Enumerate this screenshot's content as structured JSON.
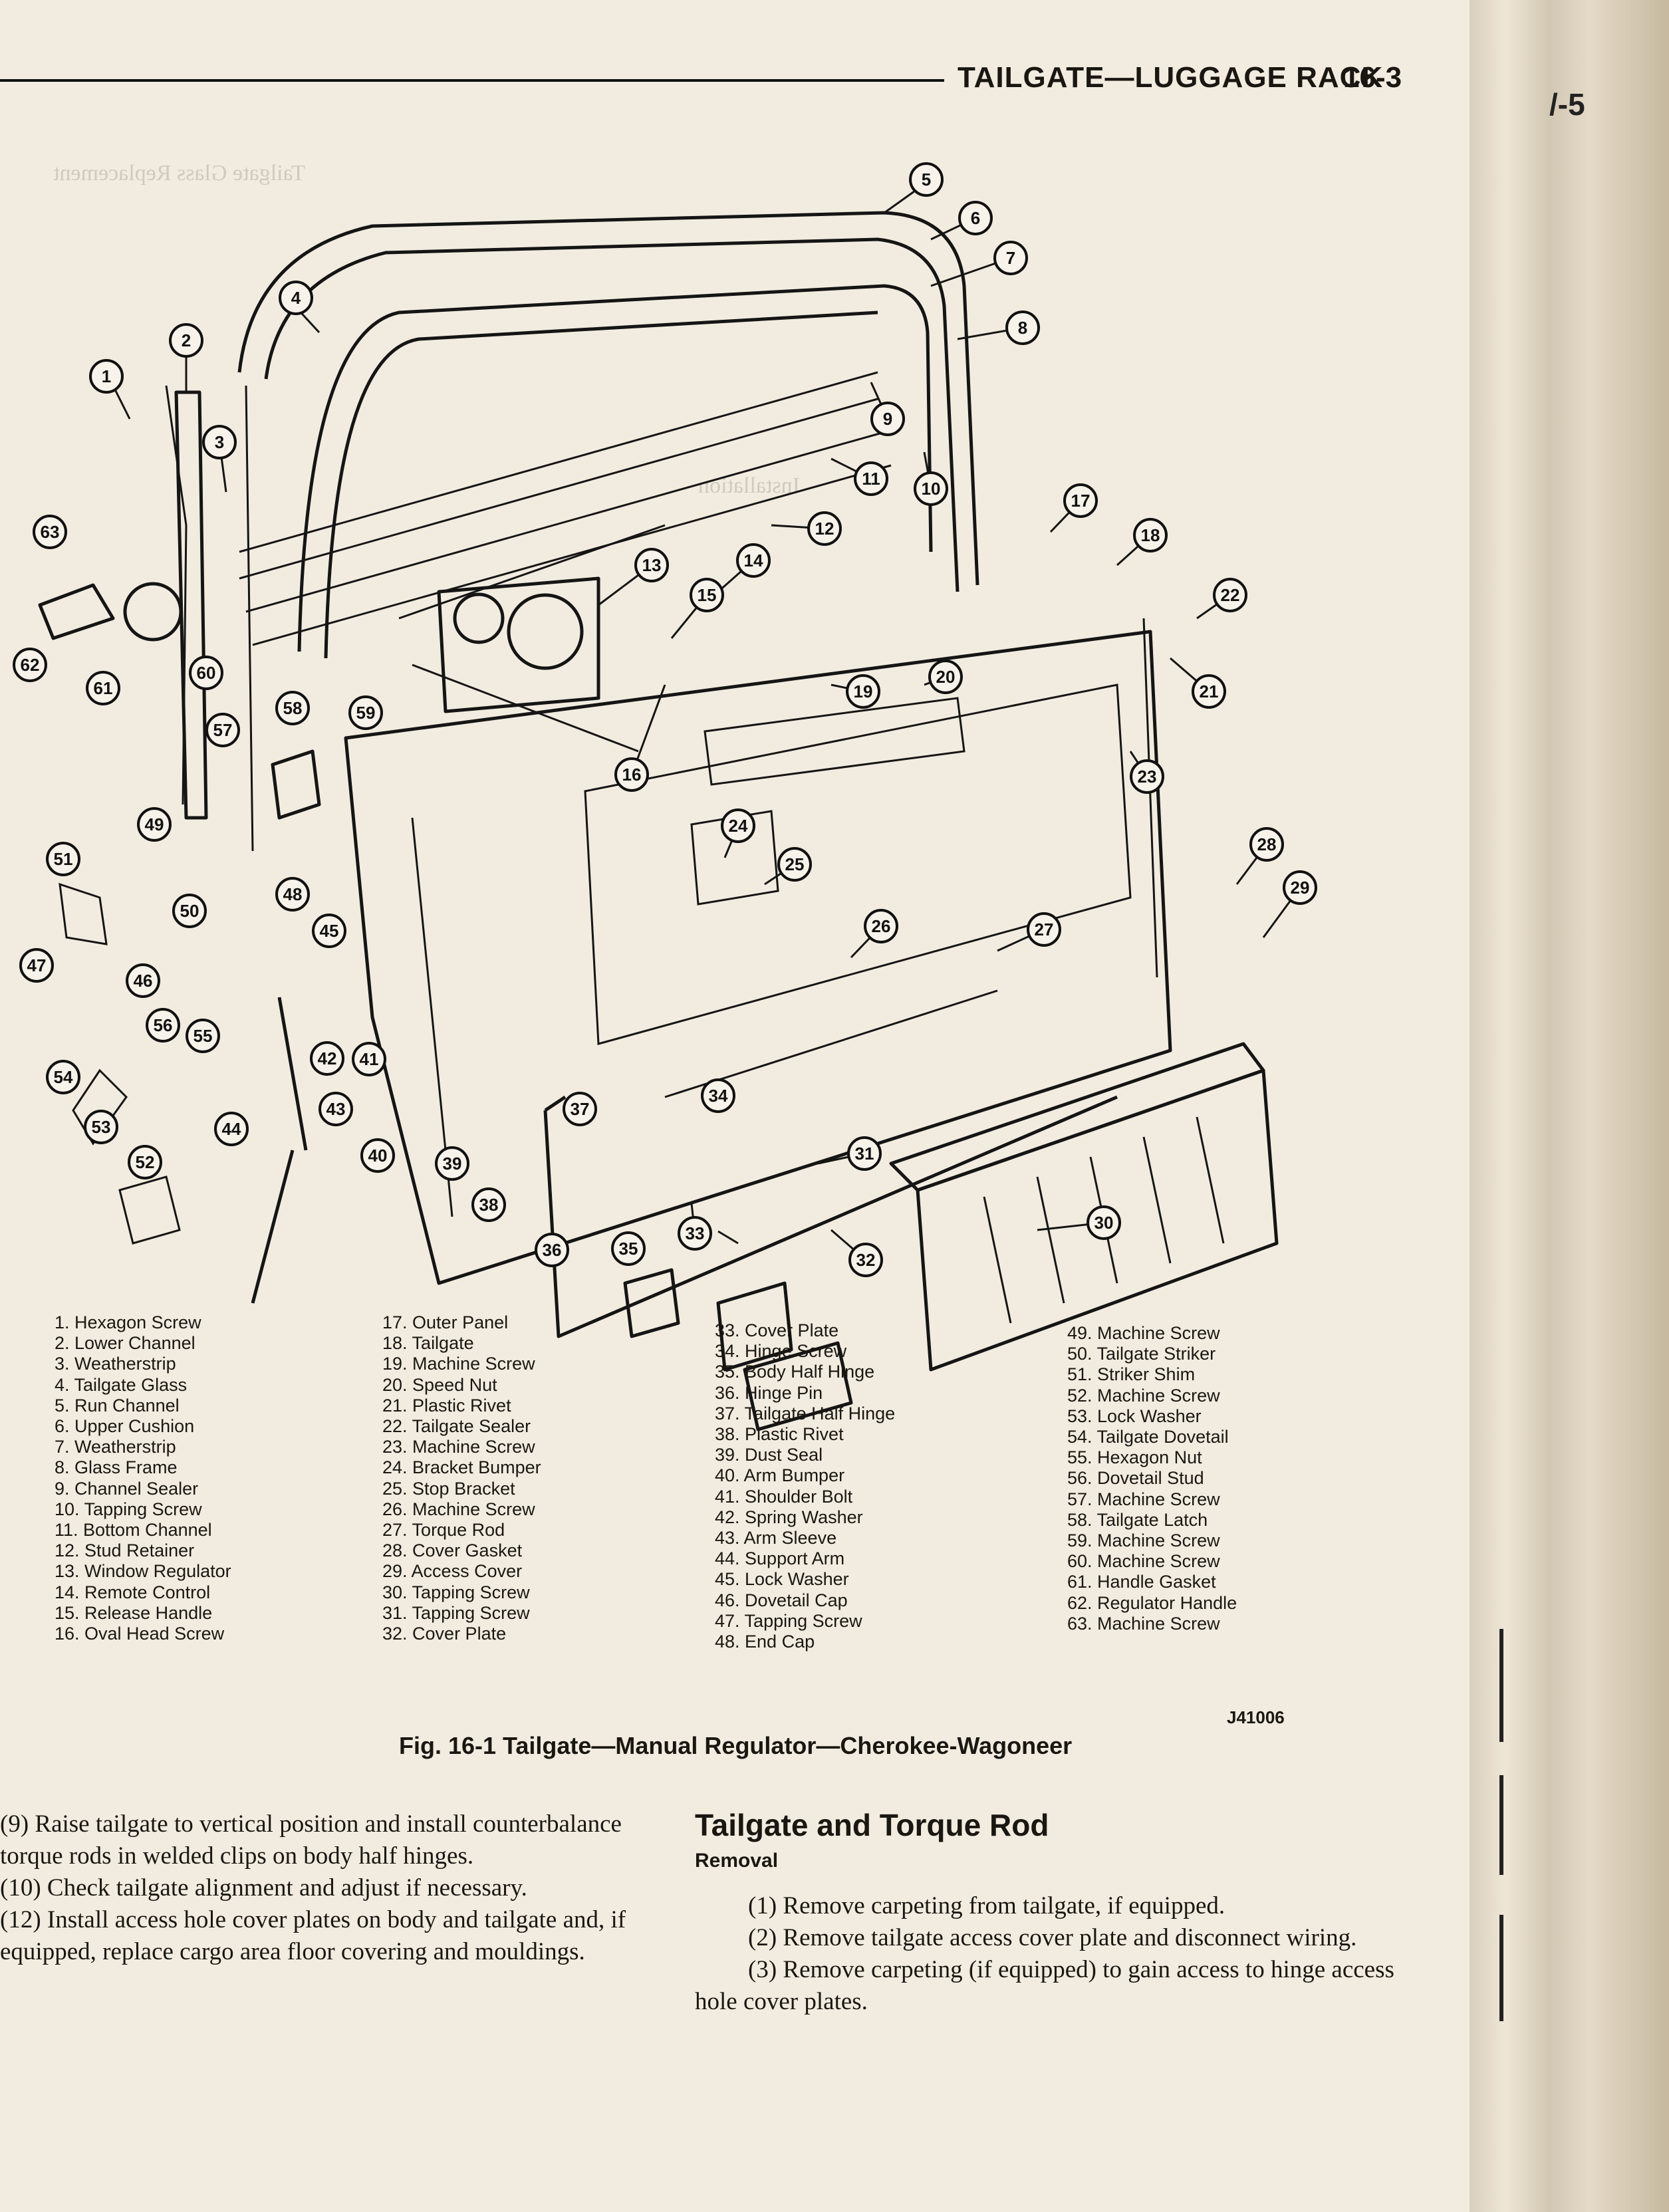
{
  "header": {
    "title": "TAILGATE—LUGGAGE RACK",
    "page": "16-3",
    "edge_label": "/-5"
  },
  "figure": {
    "code": "J41006",
    "caption": "Fig. 16-1  Tailgate—Manual Regulator—Cherokee-Wagoneer",
    "callouts": [
      "1",
      "2",
      "3",
      "4",
      "5",
      "6",
      "7",
      "8",
      "9",
      "10",
      "11",
      "12",
      "13",
      "14",
      "15",
      "16",
      "17",
      "18",
      "19",
      "20",
      "21",
      "22",
      "23",
      "24",
      "25",
      "26",
      "27",
      "28",
      "29",
      "30",
      "31",
      "32",
      "33",
      "34",
      "35",
      "36",
      "37",
      "38",
      "39",
      "40",
      "41",
      "42",
      "43",
      "44",
      "45",
      "46",
      "47",
      "48",
      "49",
      "50",
      "51",
      "52",
      "53",
      "54",
      "55",
      "56",
      "57",
      "58",
      "59",
      "60",
      "61",
      "62",
      "63"
    ],
    "legend": [
      [
        "1. Hexagon Screw",
        "2. Lower Channel",
        "3. Weatherstrip",
        "4. Tailgate Glass",
        "5. Run Channel",
        "6. Upper Cushion",
        "7. Weatherstrip",
        "8. Glass Frame",
        "9. Channel Sealer",
        "10. Tapping Screw",
        "11. Bottom Channel",
        "12. Stud Retainer",
        "13. Window Regulator",
        "14. Remote Control",
        "15. Release Handle",
        "16. Oval Head Screw"
      ],
      [
        "17. Outer Panel",
        "18. Tailgate",
        "19. Machine Screw",
        "20. Speed Nut",
        "21. Plastic Rivet",
        "22. Tailgate Sealer",
        "23. Machine Screw",
        "24. Bracket Bumper",
        "25. Stop Bracket",
        "26. Machine Screw",
        "27. Torque Rod",
        "28. Cover Gasket",
        "29. Access Cover",
        "30. Tapping Screw",
        "31. Tapping Screw",
        "32. Cover Plate"
      ],
      [
        "33. Cover Plate",
        "34. Hinge Screw",
        "35. Body Half Hinge",
        "36. Hinge Pin",
        "37. Tailgate Half Hinge",
        "38. Plastic Rivet",
        "39. Dust Seal",
        "40. Arm Bumper",
        "41. Shoulder Bolt",
        "42. Spring Washer",
        "43. Arm Sleeve",
        "44. Support Arm",
        "45. Lock Washer",
        "46. Dovetail Cap",
        "47. Tapping Screw",
        "48. End Cap"
      ],
      [
        "49. Machine Screw",
        "50. Tailgate Striker",
        "51. Striker Shim",
        "52. Machine Screw",
        "53. Lock Washer",
        "54. Tailgate Dovetail",
        "55. Hexagon Nut",
        "56. Dovetail Stud",
        "57. Machine Screw",
        "58. Tailgate Latch",
        "59. Machine Screw",
        "60. Machine Screw",
        "61. Handle Gasket",
        "62. Regulator Handle",
        "63. Machine Screw"
      ]
    ]
  },
  "body_left": [
    "(9) Raise tailgate to vertical position and install counterbalance torque rods in welded clips on body half hinges.",
    "(10) Check tailgate alignment and adjust if necessary.",
    "(12) Install access hole cover plates on body and tailgate and, if equipped, replace cargo area floor covering and mouldings."
  ],
  "body_right": {
    "section_title": "Tailgate and Torque Rod",
    "subsection_title": "Removal",
    "steps": [
      "(1) Remove carpeting from tailgate, if equipped.",
      "(2) Remove tailgate access cover plate and disconnect wiring.",
      "(3) Remove carpeting (if equipped) to gain access to hinge access hole cover plates."
    ]
  },
  "ghost_text": {
    "left_heading": "Tailgate Glass Replacement",
    "right_heading": "Installation"
  }
}
